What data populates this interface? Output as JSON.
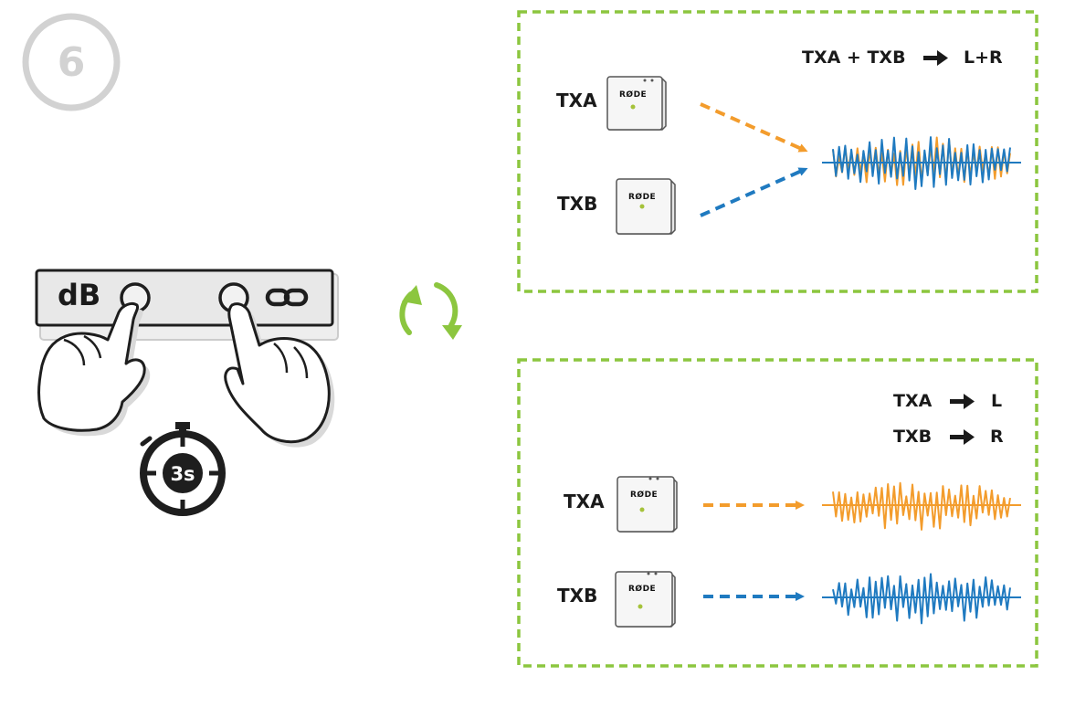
{
  "step": {
    "number": "6"
  },
  "device": {
    "db_label": "dB",
    "link_icon": "link-icon",
    "hold_time": "3s"
  },
  "icons": {
    "cycle": "refresh-arrows-icon",
    "timer": "stopwatch-icon",
    "hands": "pressing-hand-icon"
  },
  "colors": {
    "green": "#8cc63f",
    "orange": "#f39c2c",
    "blue": "#1f7ac0",
    "dark": "#222222",
    "gray": "#d2d2d2"
  },
  "mode_merged": {
    "mapping_left": "TXA + TXB",
    "mapping_right": "L+R",
    "tx_a": "TXA",
    "tx_b": "TXB",
    "brand_a": "RØDE",
    "brand_b": "RØDE"
  },
  "mode_split": {
    "mapping_a_left": "TXA",
    "mapping_a_right": "L",
    "mapping_b_left": "TXB",
    "mapping_b_right": "R",
    "tx_a": "TXA",
    "tx_b": "TXB",
    "brand_a": "RØDE",
    "brand_b": "RØDE"
  }
}
